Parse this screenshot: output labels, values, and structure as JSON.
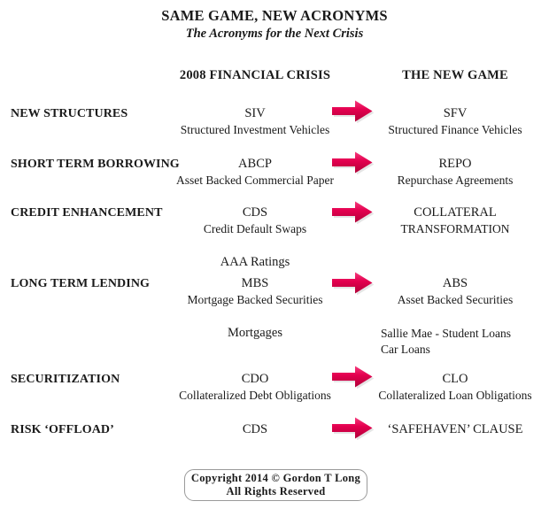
{
  "document": {
    "title": "SAME GAME, NEW ACRONYMS",
    "subtitle": "The Acronyms for the Next Crisis"
  },
  "columns": {
    "left_header": "",
    "old_header": "2008 FINANCIAL CRISIS",
    "new_header": "THE NEW GAME"
  },
  "colors": {
    "arrow_fill": "#E4004F",
    "arrow_dark": "#B00039",
    "arrow_light": "#F53C7D",
    "text": "#1a1a1a",
    "box_border": "#9a9a9a",
    "background": "#ffffff"
  },
  "rows": [
    {
      "label": "NEW STRUCTURES",
      "old_acronym": "SIV",
      "old_expansion": "Structured Investment Vehicles",
      "new_acronym": "SFV",
      "new_expansion": "Structured Finance Vehicles",
      "has_arrow": true
    },
    {
      "label": "SHORT TERM BORROWING",
      "old_acronym": "ABCP",
      "old_expansion": "Asset Backed Commercial  Paper",
      "new_acronym": "REPO",
      "new_expansion": "Repurchase Agreements",
      "has_arrow": true
    },
    {
      "label": "CREDIT ENHANCEMENT",
      "old_acronym": "CDS",
      "old_expansion": "Credit Default Swaps",
      "new_acronym": "COLLATERAL",
      "new_expansion": "TRANSFORMATION",
      "has_arrow": true
    },
    {
      "label": "",
      "old_acronym": "AAA Ratings",
      "old_expansion": "",
      "new_acronym": "",
      "new_expansion": "",
      "has_arrow": false
    },
    {
      "label": "LONG TERM LENDING",
      "old_acronym": "MBS",
      "old_expansion": "Mortgage Backed Securities",
      "new_acronym": "ABS",
      "new_expansion": "Asset Backed Securities",
      "has_arrow": true
    },
    {
      "label": "",
      "old_acronym": "Mortgages",
      "old_expansion": "",
      "new_acronym": "Sallie Mae - Student Loans",
      "new_expansion": "Car Loans",
      "has_arrow": false
    },
    {
      "label": "SECURITIZATION",
      "old_acronym": "CDO",
      "old_expansion": "Collateralized Debt Obligations",
      "new_acronym": "CLO",
      "new_expansion": "Collateralized Loan Obligations",
      "has_arrow": true
    },
    {
      "label": "RISK ‘OFFLOAD’",
      "old_acronym": "CDS",
      "old_expansion": "",
      "new_acronym": "‘SAFEHAVEN’ CLAUSE",
      "new_expansion": "",
      "has_arrow": true
    }
  ],
  "footer": {
    "line1": "Copyright 2014 © Gordon T Long",
    "line2": "All Rights Reserved"
  }
}
